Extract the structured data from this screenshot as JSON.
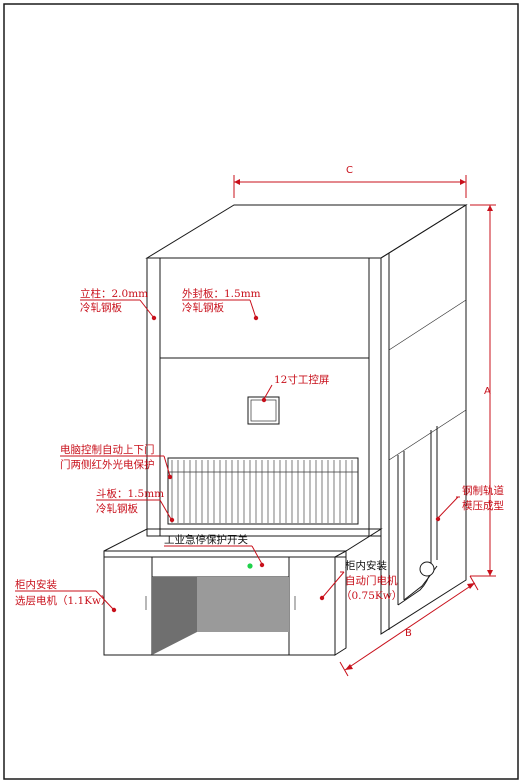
{
  "labels": {
    "column": [
      "立柱：2.0mm",
      "冷轧钢板"
    ],
    "outer_panel": [
      "外封板：1.5mm",
      "冷轧钢板"
    ],
    "control_screen": "12寸工控屏",
    "sensor": [
      "电脑控制自动上下门",
      "门两侧红外光电保护"
    ],
    "bucket_panel": [
      "斗板：1.5mm",
      "冷轧钢板"
    ],
    "emergency_stop": "工业急停保护开关",
    "left_cabinet": [
      "柜内安装",
      "选层电机（1.1Kw）"
    ],
    "right_cabinet": [
      "柜内安装",
      "自动门电机",
      "（0.75Kw）"
    ],
    "rail": [
      "钢制轨道",
      "模压成型"
    ]
  },
  "dimensions": {
    "width": "C",
    "height": "A",
    "depth": "B"
  },
  "colors": {
    "annotation": "#c8101b",
    "outline": "#1a1a1a",
    "indicator": "#1fd14a",
    "shadow": "#808080"
  }
}
